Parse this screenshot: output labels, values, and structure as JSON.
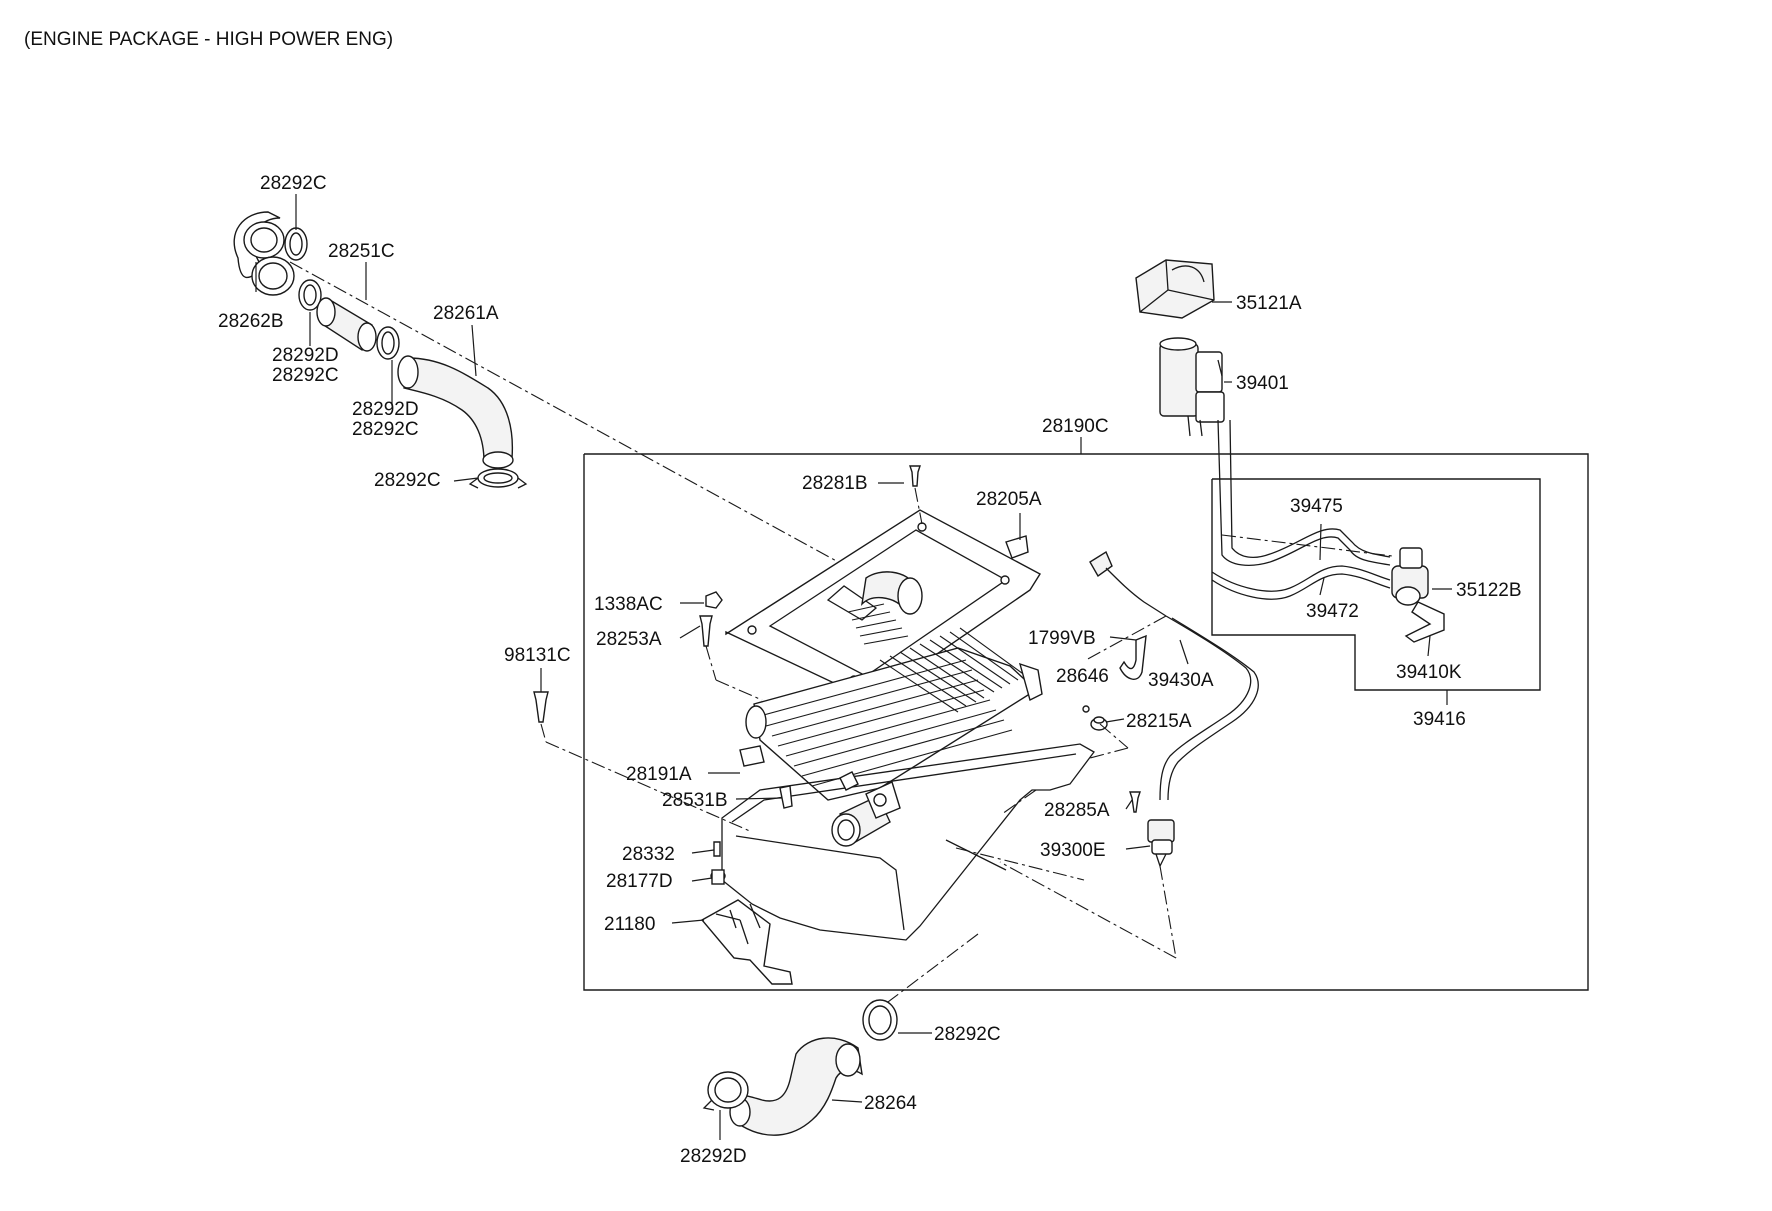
{
  "title": "(ENGINE PACKAGE - HIGH POWER ENG)",
  "labels": {
    "l_28292C_top": "28292C",
    "l_28251C": "28251C",
    "l_28262B": "28262B",
    "l_28261A": "28261A",
    "l_28292D_a": "28292D",
    "l_28292C_a": "28292C",
    "l_28292D_b": "28292D",
    "l_28292C_b": "28292C",
    "l_28292C_c": "28292C",
    "l_35121A": "35121A",
    "l_39401": "39401",
    "l_28190C": "28190C",
    "l_28281B": "28281B",
    "l_28205A": "28205A",
    "l_39475": "39475",
    "l_35122B": "35122B",
    "l_39472": "39472",
    "l_1338AC": "1338AC",
    "l_28253A": "28253A",
    "l_1799VB": "1799VB",
    "l_39430A": "39430A",
    "l_39410K": "39410K",
    "l_98131C": "98131C",
    "l_28646": "28646",
    "l_28215A": "28215A",
    "l_39416": "39416",
    "l_28191A": "28191A",
    "l_28531B": "28531B",
    "l_28285A": "28285A",
    "l_39300E": "39300E",
    "l_28332": "28332",
    "l_28177D": "28177D",
    "l_21180": "21180",
    "l_28292C_d": "28292C",
    "l_28264": "28264",
    "l_28292D_c": "28292D"
  }
}
